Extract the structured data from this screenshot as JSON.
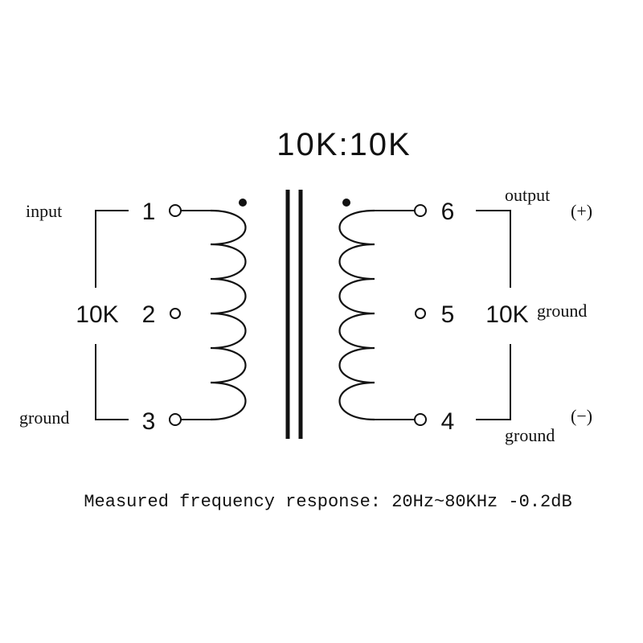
{
  "title": "10K:10K",
  "primary": {
    "impedance": "10K",
    "pins": {
      "top": "1",
      "center": "2",
      "bottom": "3"
    },
    "labels": {
      "input": "input",
      "ground": "ground"
    }
  },
  "secondary": {
    "impedance": "10K",
    "pins": {
      "top": "6",
      "center": "5",
      "bottom": "4"
    },
    "labels": {
      "output": "output",
      "output_sign": "(+)",
      "center_ground": "ground",
      "bottom_ground": "ground",
      "bottom_sign": "(−)"
    }
  },
  "caption": "Measured frequency response: 20Hz~80KHz -0.2dB"
}
